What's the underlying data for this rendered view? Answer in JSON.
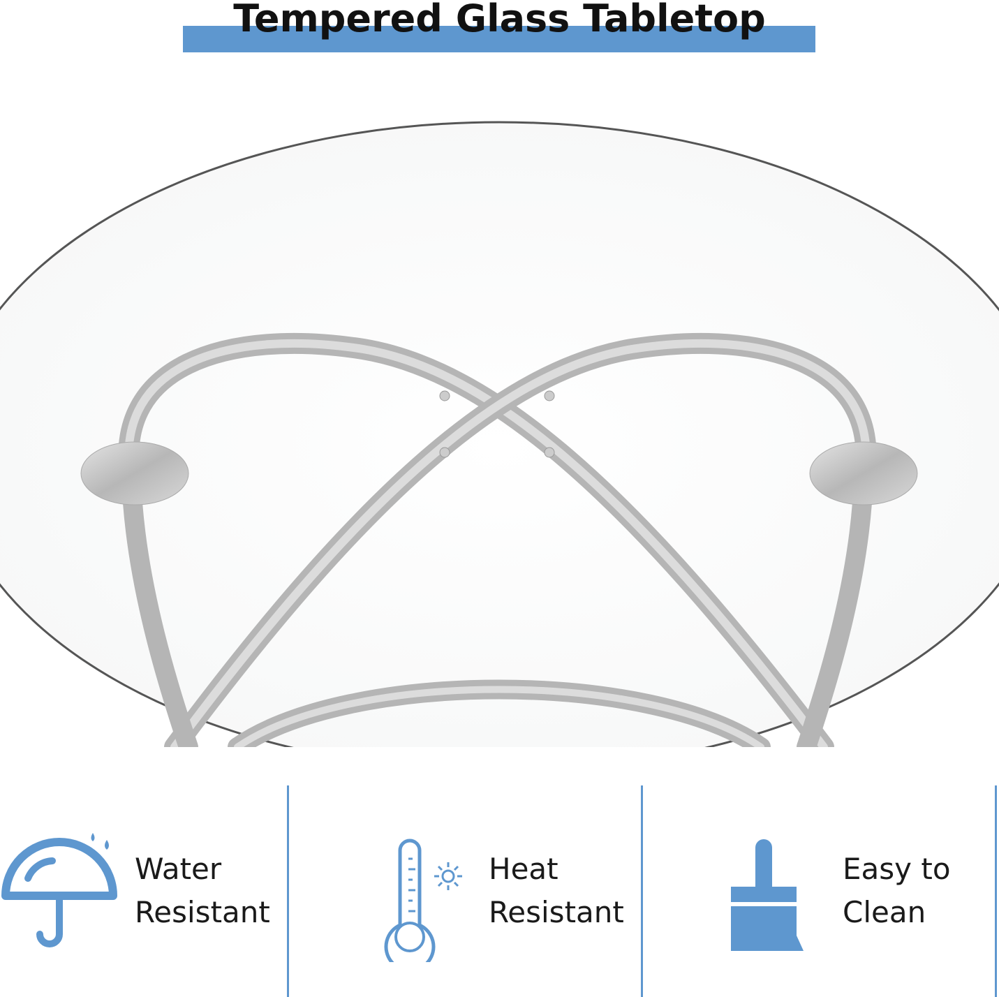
{
  "title": "Tempered Glass Tabletop",
  "accent_color": "#5e97cf",
  "features": [
    {
      "icon": "umbrella-icon",
      "line1": "Water",
      "line2": "Resistant"
    },
    {
      "icon": "thermometer-icon",
      "line1": "Heat",
      "line2": "Resistant"
    },
    {
      "icon": "brush-icon",
      "line1": "Easy to",
      "line2": "Clean"
    }
  ]
}
